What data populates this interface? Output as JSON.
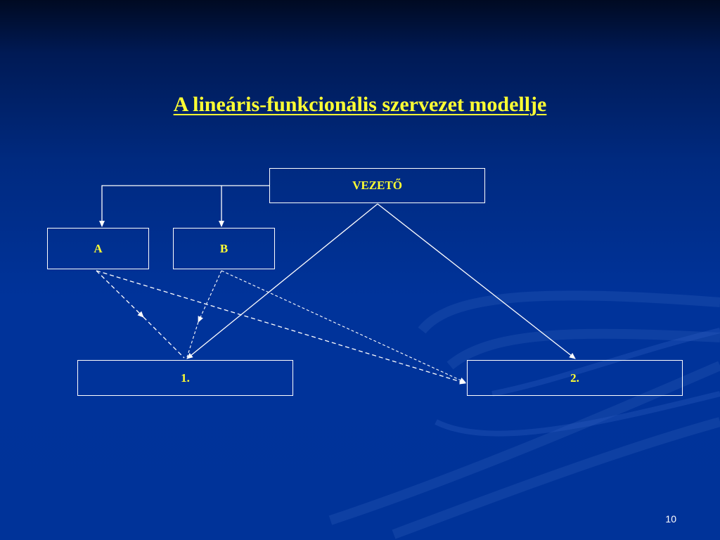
{
  "slide": {
    "title": "A lineáris-funkcionális szervezet modellje",
    "page_number": "10"
  },
  "diagram": {
    "nodes": [
      {
        "id": "vezeto",
        "label": "VEZETŐ"
      },
      {
        "id": "a",
        "label": "A"
      },
      {
        "id": "b",
        "label": "B"
      },
      {
        "id": "one",
        "label": "1."
      },
      {
        "id": "two",
        "label": "2."
      }
    ],
    "edges": [
      {
        "from": "vezeto",
        "to": "a",
        "style": "solid",
        "routing": "orthogonal"
      },
      {
        "from": "vezeto",
        "to": "b",
        "style": "solid",
        "routing": "orthogonal"
      },
      {
        "from": "vezeto",
        "to": "one",
        "style": "solid"
      },
      {
        "from": "vezeto",
        "to": "two",
        "style": "solid"
      },
      {
        "from": "a",
        "to": "one",
        "style": "dashed"
      },
      {
        "from": "a",
        "to": "two",
        "style": "dashed"
      },
      {
        "from": "b",
        "to": "one",
        "style": "dashed"
      },
      {
        "from": "b",
        "to": "two",
        "style": "dashed"
      }
    ]
  },
  "colors": {
    "title": "#ffff33",
    "node_label": "#ffff33",
    "lines": "#ffffff",
    "background": "#003399"
  }
}
